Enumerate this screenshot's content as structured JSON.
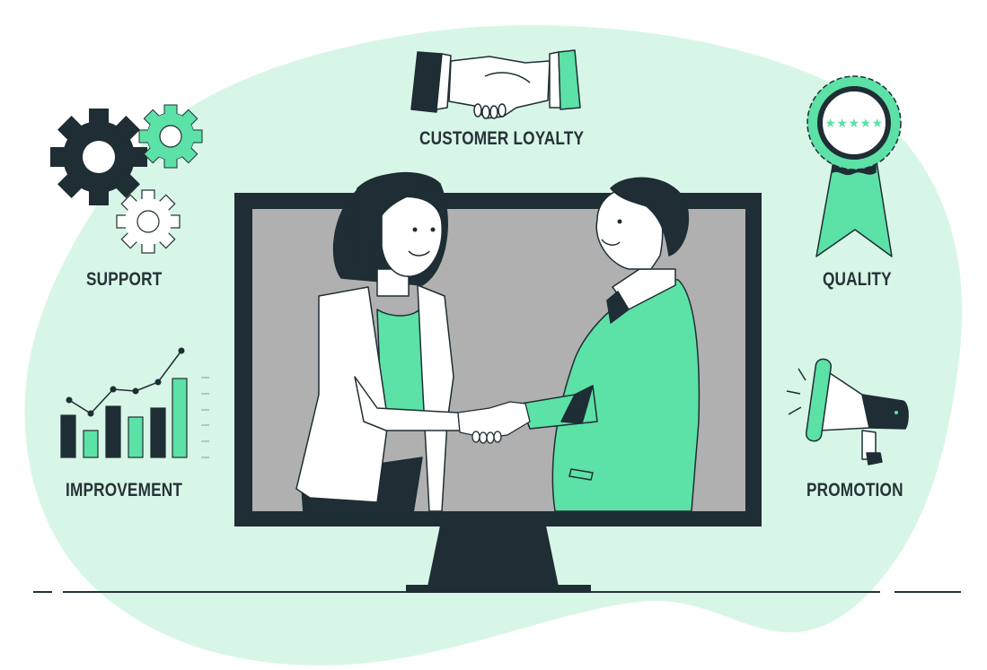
{
  "illustration": {
    "theme": "customer-relations-handshake",
    "colors": {
      "background": "#ffffff",
      "blob": "#d8f6e7",
      "accent": "#5ce1a6",
      "dark": "#1f2d34",
      "screen": "#b0b0b0",
      "white": "#ffffff"
    }
  },
  "labels": {
    "customer_loyalty": "CUSTOMER LOYALTY",
    "support": "SUPPORT",
    "quality": "QUALITY",
    "improvement": "IMPROVEMENT",
    "promotion": "PROMOTION"
  },
  "badge": {
    "stars": "★★★★★"
  }
}
